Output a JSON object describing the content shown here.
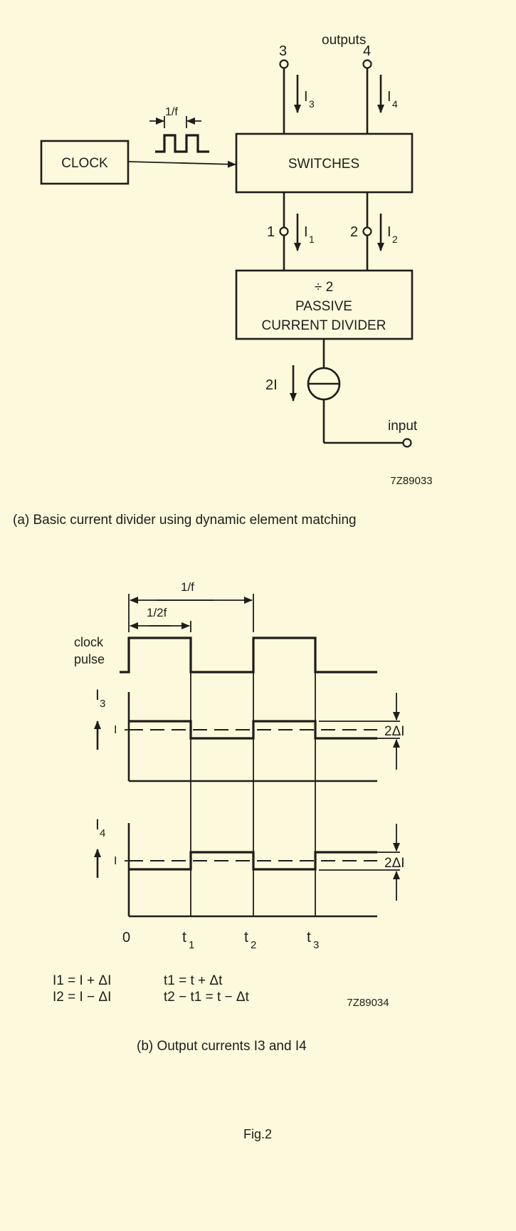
{
  "diagram_a": {
    "outputs_label": "outputs",
    "terminals": {
      "t1": "1",
      "t2": "2",
      "t3": "3",
      "t4": "4"
    },
    "currents": {
      "i1": "I",
      "i1_sub": "1",
      "i2": "I",
      "i2_sub": "2",
      "i3": "I",
      "i3_sub": "3",
      "i4": "I",
      "i4_sub": "4",
      "source": "2I"
    },
    "blocks": {
      "clock": "CLOCK",
      "switches": "SWITCHES",
      "divider_line1": "÷ 2",
      "divider_line2": "PASSIVE",
      "divider_line3": "CURRENT DIVIDER"
    },
    "period_label": "1/f",
    "input_label": "input",
    "code": "7Z89033",
    "caption": "(a) Basic current divider using dynamic element matching"
  },
  "diagram_b": {
    "period_full": "1/f",
    "period_half": "1/2f",
    "clock_label_line1": "clock",
    "clock_label_line2": "pulse",
    "i3_label": "I",
    "i3_sub": "3",
    "i4_label": "I",
    "i4_sub": "4",
    "level_label": "I",
    "delta_label": "2ΔI",
    "time_labels": {
      "zero": "0",
      "t1": "t",
      "t1_sub": "1",
      "t2": "t",
      "t2_sub": "2",
      "t3": "t",
      "t3_sub": "3"
    },
    "equations": {
      "eq1": "I1 = I + ΔI",
      "eq2": "I2 = I − ΔI",
      "eq3": "t1 = t + Δt",
      "eq4": "t2 − t1 = t − Δt"
    },
    "code": "7Z89034",
    "caption": "(b) Output currents I3 and I4"
  },
  "figure_label": "Fig.2"
}
